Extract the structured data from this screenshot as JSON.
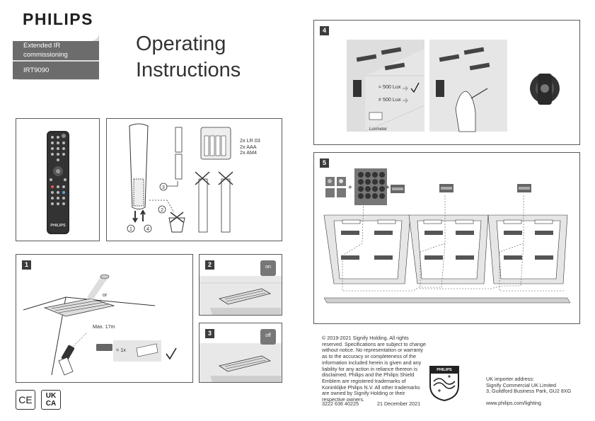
{
  "header": {
    "brand": "PHILIPS",
    "product_line1": "Extended IR",
    "product_line2": "commissioning",
    "model": "IRT9090",
    "title_line1": "Operating",
    "title_line2": "Instructions"
  },
  "remote_panel": {
    "remote_brand": "PHILIPS"
  },
  "battery_panel": {
    "battery_types": [
      "2x LR 03",
      "2x AAA",
      "2x AM4"
    ],
    "steps": [
      "1",
      "2",
      "3",
      "4"
    ]
  },
  "step1": {
    "number": "1",
    "or_label": "or",
    "max_distance": "Max. 17m",
    "press_count": "= 1x",
    "check": "✓"
  },
  "step2": {
    "number": "2",
    "button": "on"
  },
  "step3": {
    "number": "3",
    "button": "off"
  },
  "step4": {
    "number": "4",
    "lux_ok": "≈ 500 Lux",
    "lux_not": "≠ 500 Lux",
    "luxmeter": "Luxmeter",
    "check": "✓"
  },
  "step5": {
    "number": "5",
    "plus1": "+",
    "plus2": "+"
  },
  "footer": {
    "legal": "© 2019-2021 Signify Holding. All rights reserved. Specifications are subject to change without notice. No representation or warranty as to the accuracy or completeness of the information included herein is given and any liability for any action in reliance thereon is disclaimed. Philips and the Philips Shield Emblem are registered trademarks of Koninklijke Philips N.V. All other trademarks are owned by Signify Holding or their respective owners.",
    "doc_code": "3222 636 40225",
    "date": "21 December 2021",
    "shield_brand": "PHILIPS",
    "uk_line1": "UK importer address:",
    "uk_line2": "Signify Commercial UK Limited",
    "uk_line3": "3, Guildford Business Park, GU2 8XG",
    "website": "www.philips.com/lighting",
    "ce_mark": "CE",
    "ukca_top": "UK",
    "ukca_bottom": "CA"
  }
}
